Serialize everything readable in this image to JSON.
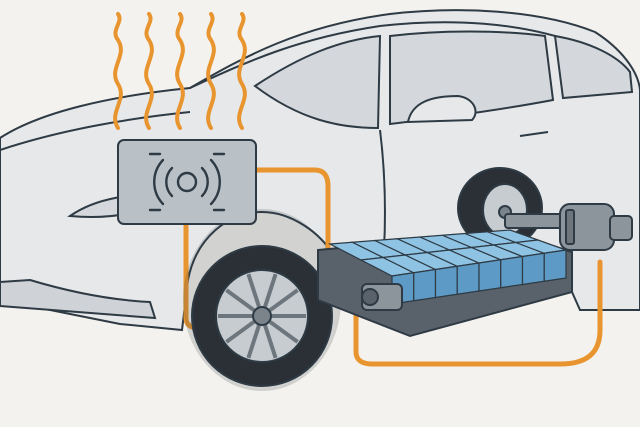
{
  "colors": {
    "background": "#f4f2ee",
    "car_body": "#e6e8ea",
    "car_shadow": "#cfd3d7",
    "outline": "#2e3a44",
    "window_glass": "#d4d8dc",
    "tire": "#2a3036",
    "rim": "#c7ccd1",
    "heat_wave": "#e8952f",
    "coolant_line": "#e8952f",
    "module_box": "#b9c0c6",
    "battery_cell": "#5d9bc6",
    "battery_cell_light": "#8ec3e4",
    "battery_tray": "#59616a",
    "motor": "#8d959c"
  },
  "icons": {
    "heat_waves": "wavy-heat-lines",
    "control_module": "concentric-arc-signal",
    "battery": "battery-pack-cells",
    "motor": "electric-motor",
    "wheels": "car-wheel"
  },
  "diagram": {
    "heat_wave_count": 5,
    "battery_cell_columns": 8,
    "battery_cell_rows": 2
  }
}
